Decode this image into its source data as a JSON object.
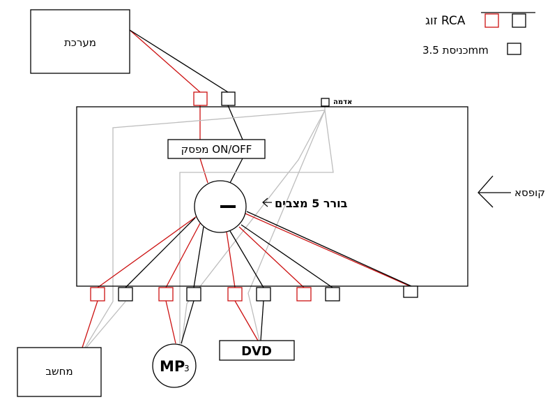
{
  "legend": {
    "rca_pair": "זוג RCA",
    "jack_35": "כניסת 3.5mm"
  },
  "devices": {
    "system": "מערכת",
    "computer": "מחשב",
    "mp3_main": "MP",
    "mp3_sub": "3",
    "dvd": "DVD"
  },
  "box": {
    "label": "קופסא",
    "ground": "אדמה",
    "switch": "מפסק ON/OFF",
    "selector": "בורר 5 מצבים"
  },
  "colors": {
    "red_wire": "#cc1111",
    "black_wire": "#000000",
    "gray_wire": "#bdbdbd"
  }
}
